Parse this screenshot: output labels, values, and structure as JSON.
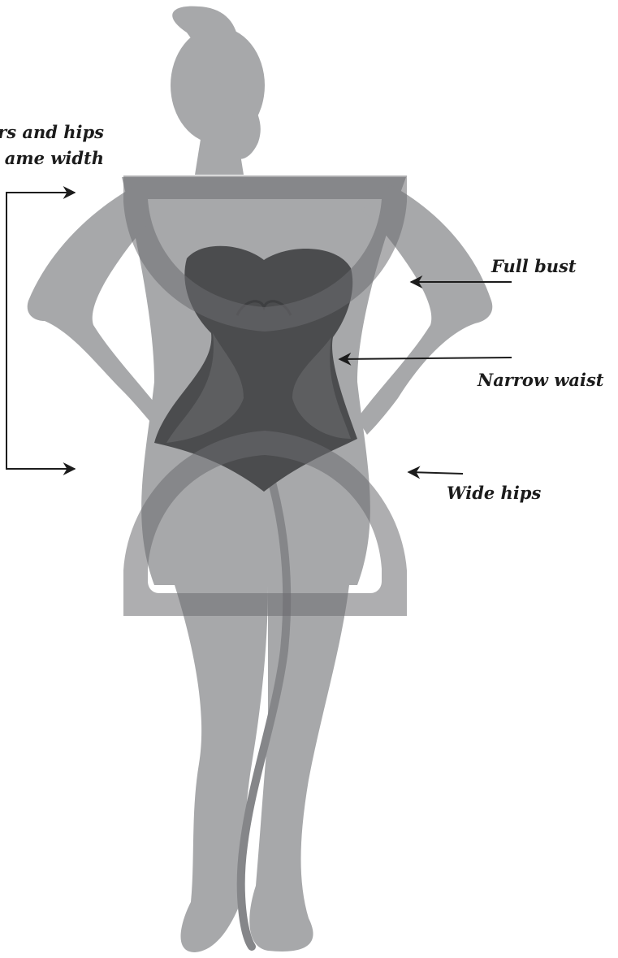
{
  "labels": {
    "shoulders_line1": "rs and hips",
    "shoulders_line2": "ame width",
    "full_bust": "Full bust",
    "narrow_waist": "Narrow waist",
    "wide_hips": "Wide hips"
  },
  "colors": {
    "background": "#ffffff",
    "silhouette": "#a7a8aa",
    "bodysuit": "#4b4c4e",
    "hourglass_frame": "#808184",
    "arrow": "#1c1c1c"
  }
}
